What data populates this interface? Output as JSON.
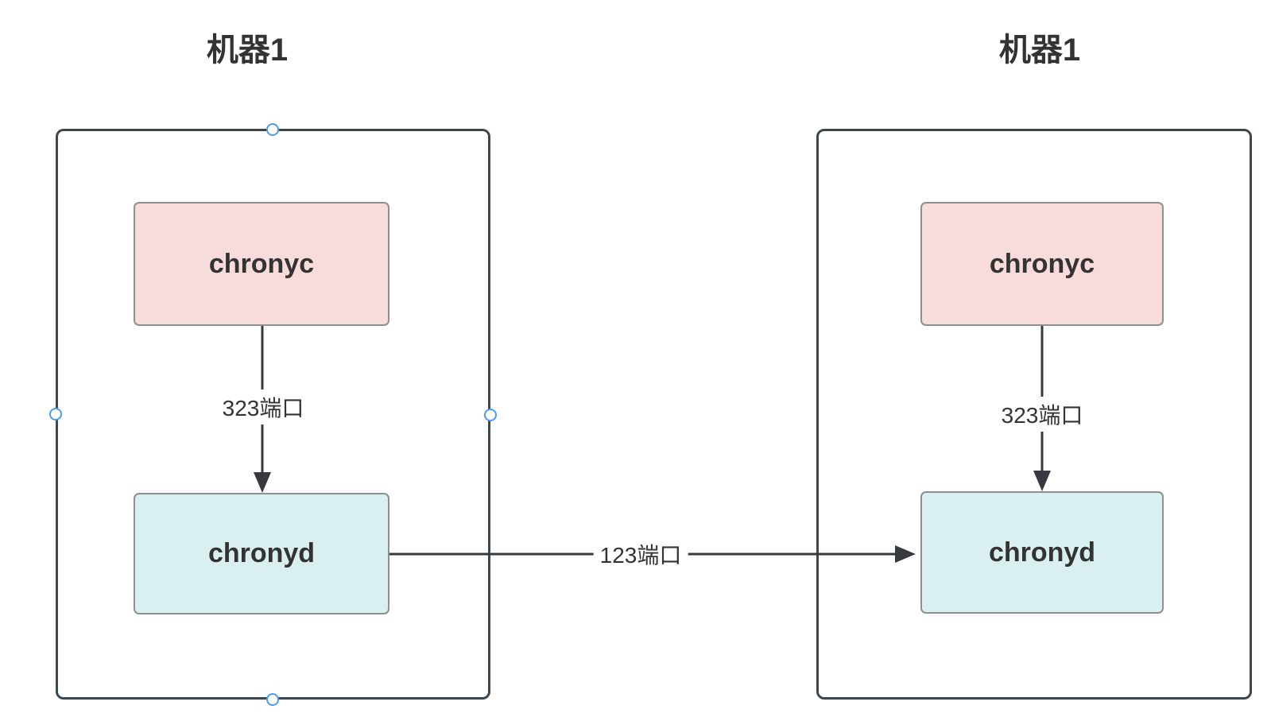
{
  "colors": {
    "node-pink": "#f8dbdb",
    "node-teal": "#d9eff0",
    "node-border": "#8f8f8f",
    "container-border": "#3e464e",
    "connector": "#36393d",
    "handle-blue": "#4d9bf2",
    "text": "#333333",
    "canvas-bg": "#ffffff"
  },
  "diagram": {
    "machines": [
      {
        "title": "机器1",
        "selected": true,
        "nodes": [
          {
            "label": "chronyc",
            "fill": "#f8dbdb"
          },
          {
            "label": "chronyd",
            "fill": "#d9eff0"
          }
        ],
        "port_label": "323端口"
      },
      {
        "title": "机器1",
        "selected": false,
        "nodes": [
          {
            "label": "chronyc",
            "fill": "#f8dbdb"
          },
          {
            "label": "chronyd",
            "fill": "#d9eff0"
          }
        ],
        "port_label": "323端口"
      }
    ],
    "link": {
      "label": "123端口",
      "from": "chronyd",
      "to": "chronyd"
    }
  }
}
